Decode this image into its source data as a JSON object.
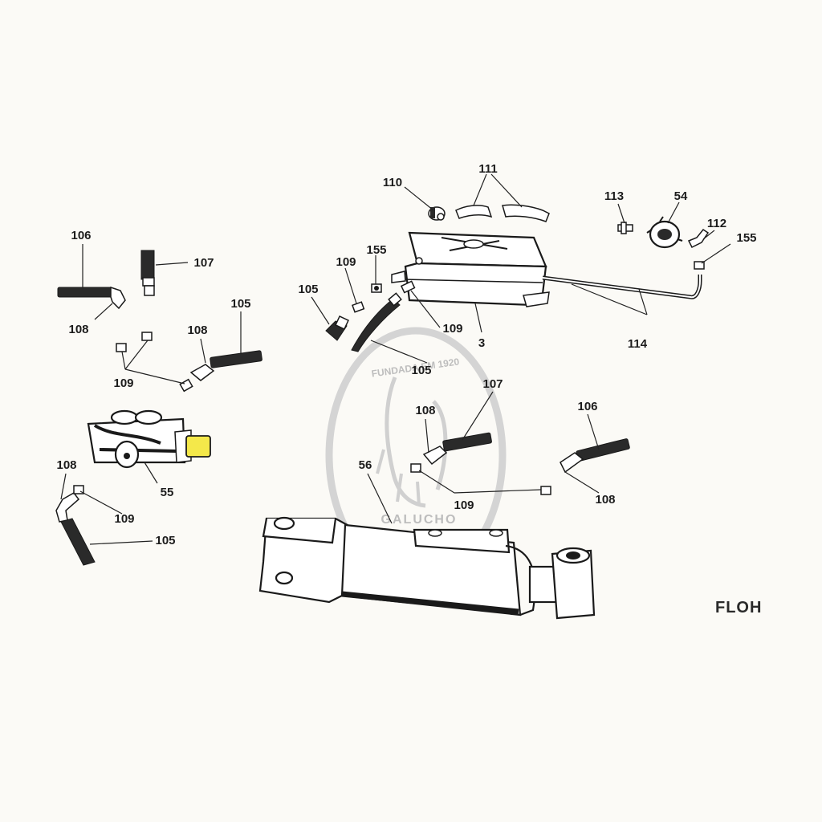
{
  "diagram_code": "FLOH",
  "watermark": {
    "top_text": "FUNDADA EM 1920",
    "brand": "GALUCHO"
  },
  "colors": {
    "line": "#1a1a1a",
    "paper": "#fbfaf6",
    "highlight": "#f4e84a",
    "watermark": "#bdbdbd"
  },
  "parts": [
    {
      "key": "p110",
      "label": "110"
    },
    {
      "key": "p111",
      "label": "111"
    },
    {
      "key": "p113",
      "label": "113"
    },
    {
      "key": "p54",
      "label": "54"
    },
    {
      "key": "p112",
      "label": "112"
    },
    {
      "key": "p155a",
      "label": "155"
    },
    {
      "key": "p106a",
      "label": "106"
    },
    {
      "key": "p107a",
      "label": "107"
    },
    {
      "key": "p155b",
      "label": "155"
    },
    {
      "key": "p109a",
      "label": "109"
    },
    {
      "key": "p105a",
      "label": "105"
    },
    {
      "key": "p105b",
      "label": "105"
    },
    {
      "key": "p108a",
      "label": "108"
    },
    {
      "key": "p108b",
      "label": "108"
    },
    {
      "key": "p109b",
      "label": "109"
    },
    {
      "key": "p3",
      "label": "3"
    },
    {
      "key": "p114",
      "label": "114"
    },
    {
      "key": "p109c",
      "label": "109"
    },
    {
      "key": "p105c",
      "label": "105"
    },
    {
      "key": "p107b",
      "label": "107"
    },
    {
      "key": "p106b",
      "label": "106"
    },
    {
      "key": "p108c",
      "label": "108"
    },
    {
      "key": "p55",
      "label": "55"
    },
    {
      "key": "p108d",
      "label": "108"
    },
    {
      "key": "p56",
      "label": "56"
    },
    {
      "key": "p109d",
      "label": "109"
    },
    {
      "key": "p108e",
      "label": "108"
    },
    {
      "key": "p109e",
      "label": "109"
    },
    {
      "key": "p105d",
      "label": "105"
    }
  ]
}
